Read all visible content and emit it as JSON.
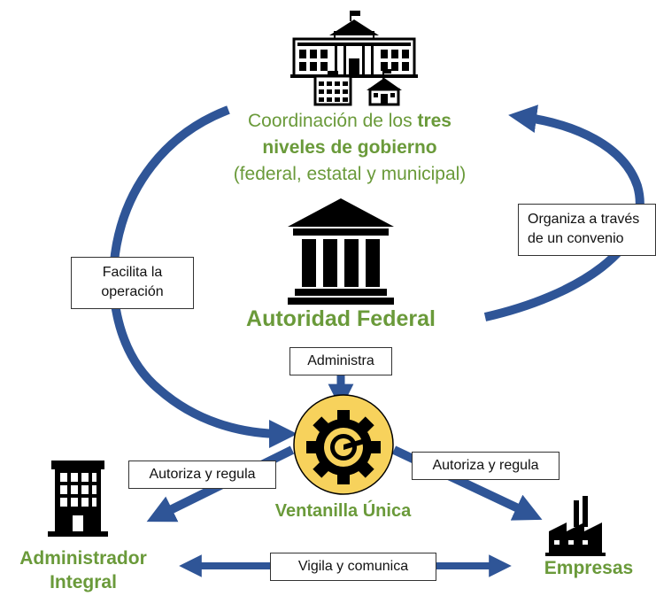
{
  "colors": {
    "arrow": "#2f5597",
    "accent_green": "#6a9a3a",
    "gear_fill": "#f7d25c",
    "icon_black": "#000000"
  },
  "top": {
    "line1_prefix": "Coordinación de los ",
    "line1_bold": "tres",
    "line2_bold": "niveles de gobierno",
    "line3": "(federal, estatal y municipal)"
  },
  "center": {
    "authority": "Autoridad Federal",
    "window": "Ventanilla Única"
  },
  "boxes": {
    "left_arc": {
      "line1": "Facilita la",
      "line2": "operación"
    },
    "right_arc": {
      "line1": "Organiza a través",
      "line2": "de un convenio"
    },
    "administra": "Administra",
    "autoriza_left": "Autoriza y regula",
    "autoriza_right": "Autoriza y regula",
    "vigila": "Vigila y comunica"
  },
  "bottom": {
    "admin_line1": "Administrador",
    "admin_line2": "Integral",
    "empresas": "Empresas"
  },
  "icons": {
    "top_building": "government-building-icon",
    "small_building": "office-building-icon",
    "school": "school-building-icon",
    "authority": "courthouse-icon",
    "window": "gear-dial-icon",
    "admin": "tower-building-icon",
    "empresas": "factory-icon"
  }
}
